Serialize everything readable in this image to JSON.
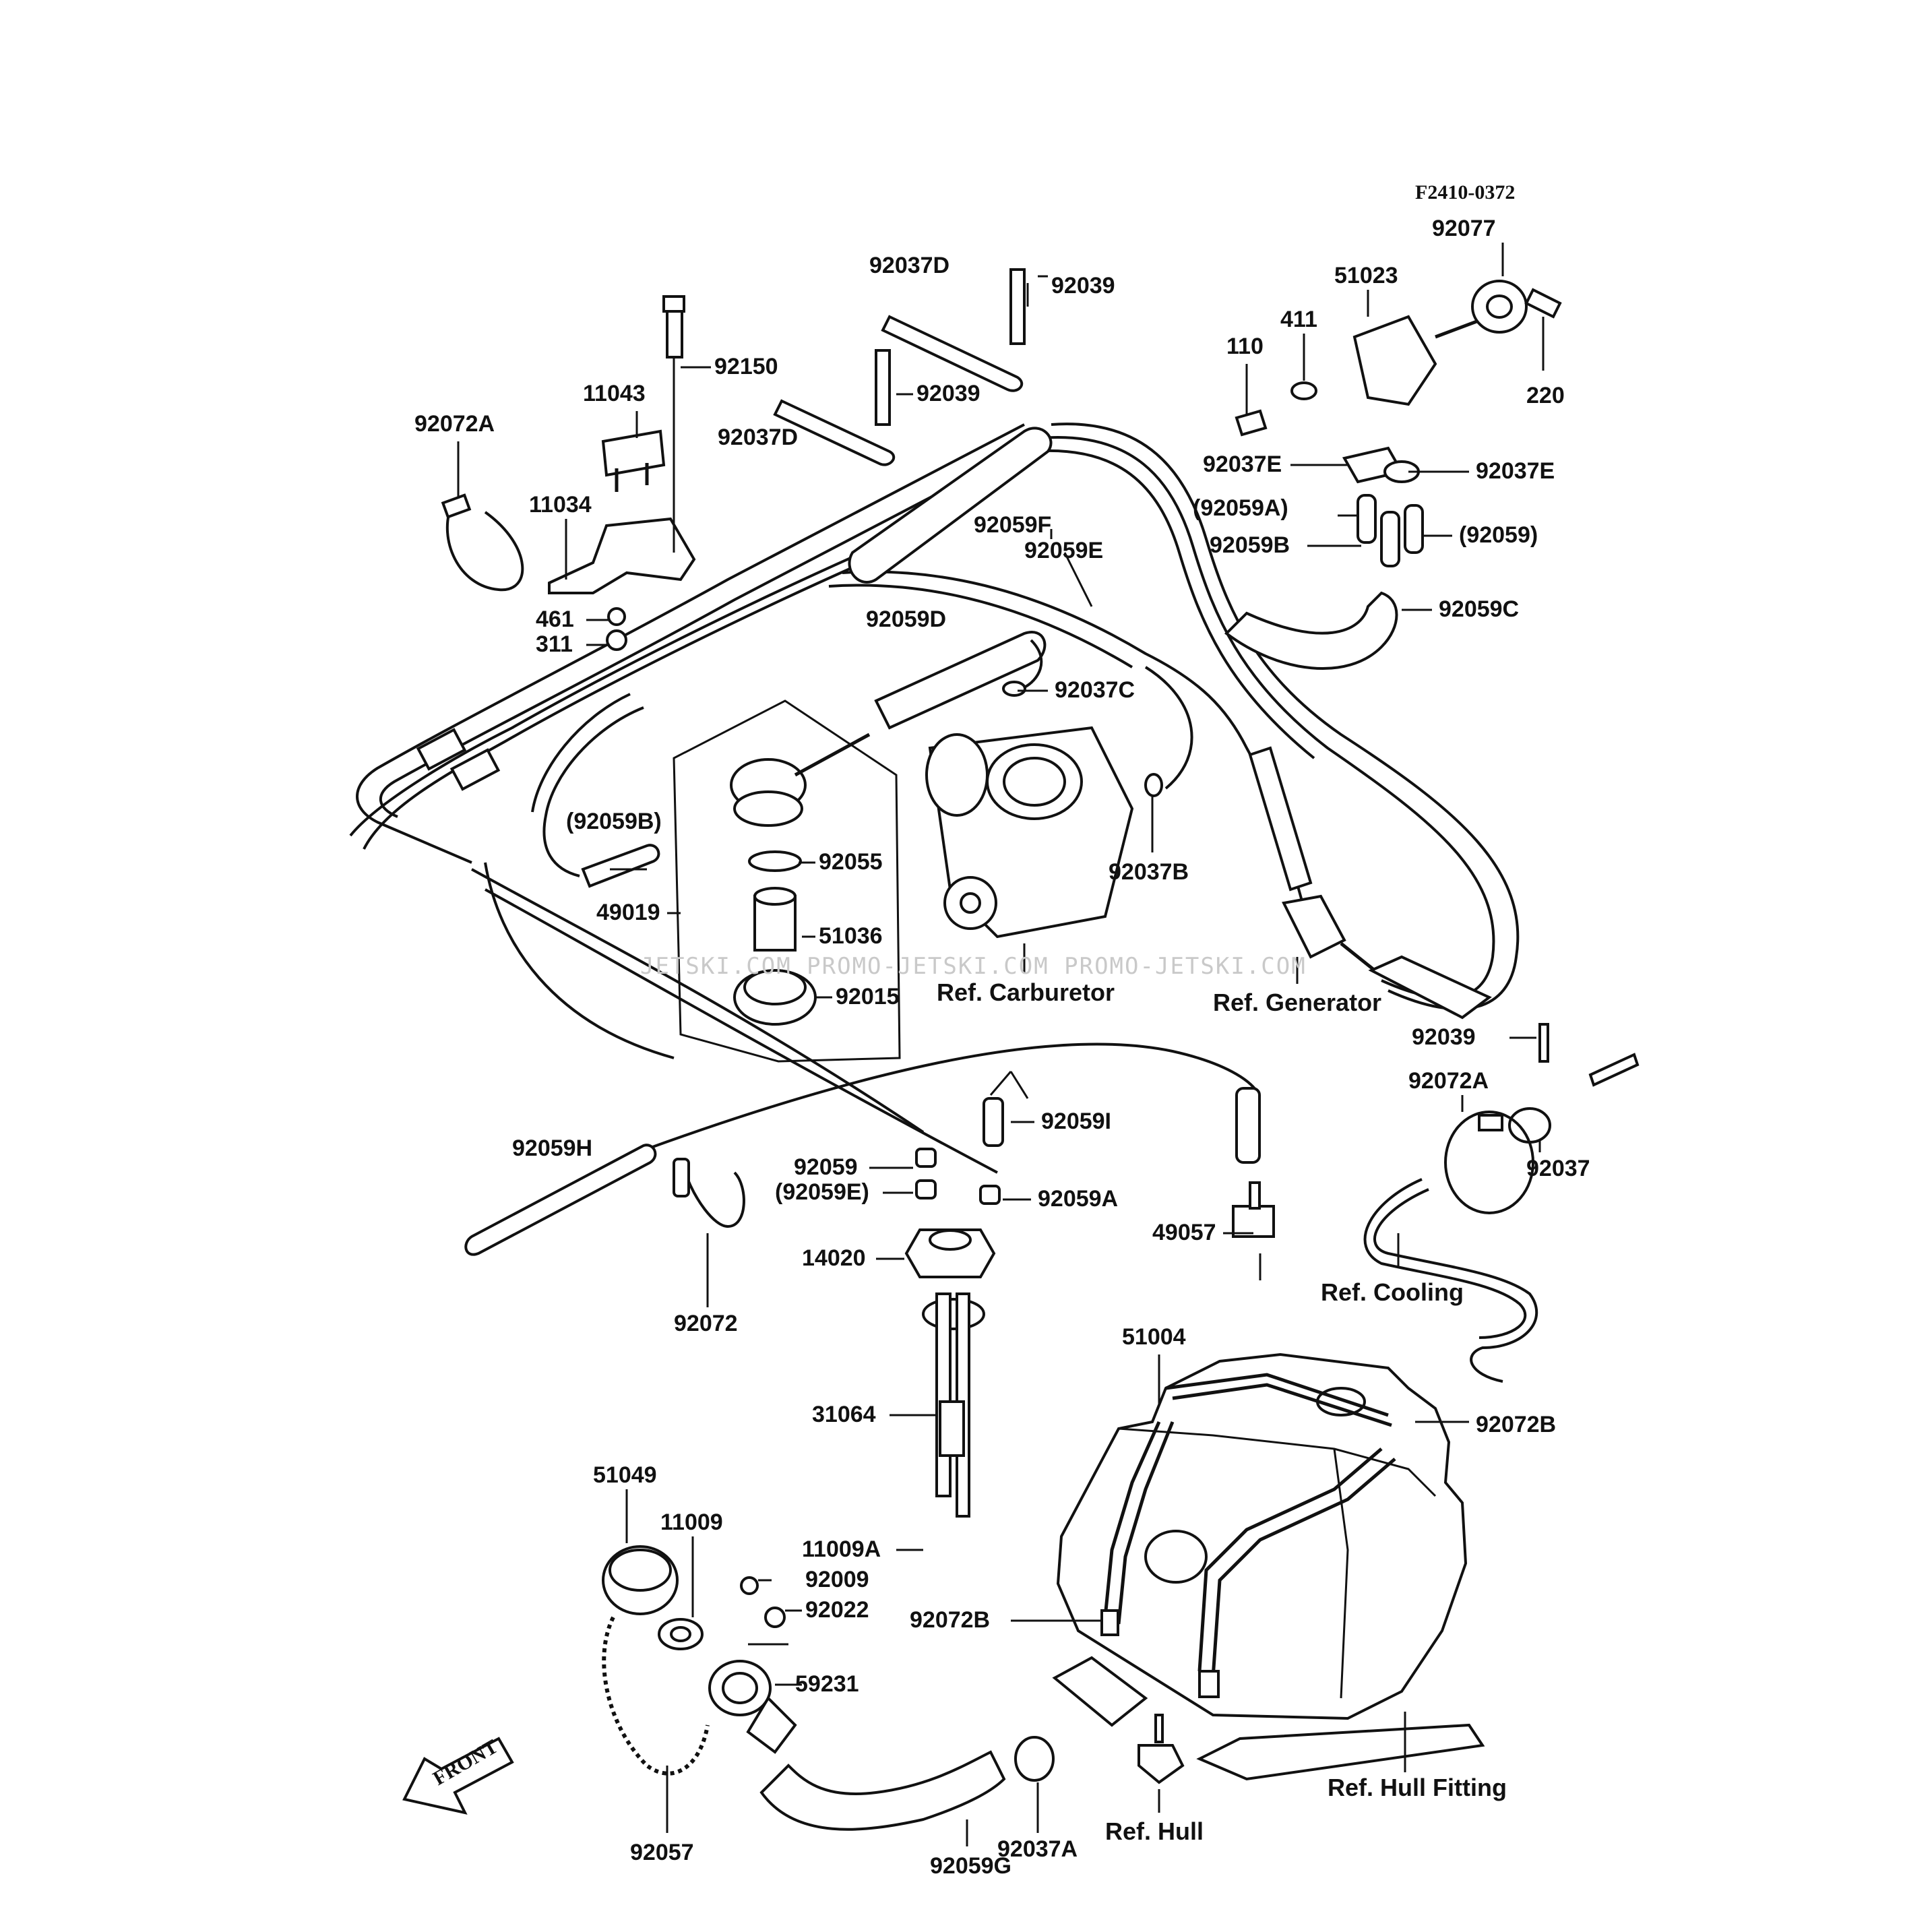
{
  "diagram": {
    "code": "F2410-0372",
    "watermark": "JETSKI.COM  PROMO-JETSKI.COM  PROMO-JETSKI.COM",
    "front_label": "FRONT",
    "part_labels": {
      "p92037D_top": "92037D",
      "p92039_top": "92039",
      "p92150": "92150",
      "p11043": "11043",
      "p92039_mid": "92039",
      "p92037D_mid": "92037D",
      "p92072A_left": "92072A",
      "p11034": "11034",
      "p461": "461",
      "p311": "311",
      "p92059F": "92059F",
      "p92059E": "92059E",
      "p92059D": "92059D",
      "p92037C": "92037C",
      "p92059B_paren": "(92059B)",
      "p92055": "92055",
      "p49019": "49019",
      "p51036": "51036",
      "p92015": "92015",
      "p92037B": "92037B",
      "p92077": "92077",
      "p51023": "51023",
      "p411": "411",
      "p110": "110",
      "p220": "220",
      "p92037E_left": "92037E",
      "p92037E_right": "92037E",
      "p92059A_paren": "(92059A)",
      "p92059_paren": "(92059)",
      "p92059B": "92059B",
      "p92059C": "92059C",
      "p92039_right": "92039",
      "p92072A_right": "92072A",
      "p92037": "92037",
      "p92059I": "92059I",
      "p92059H": "92059H",
      "p92059": "92059",
      "p92059E_paren": "(92059E)",
      "p92059A": "92059A",
      "p49057": "49057",
      "p14020": "14020",
      "p92072": "92072",
      "p31064": "31064",
      "p51004": "51004",
      "p92072B_right": "92072B",
      "p51049": "51049",
      "p11009": "11009",
      "p11009A": "11009A",
      "p92009": "92009",
      "p92022": "92022",
      "p92072B_left": "92072B",
      "p59231": "59231",
      "p92057": "92057",
      "p92059G": "92059G",
      "p92037A": "92037A"
    },
    "ref_labels": {
      "carburetor": "Ref. Carburetor",
      "generator": "Ref. Generator",
      "cooling": "Ref. Cooling",
      "hull_fitting": "Ref. Hull Fitting",
      "hull": "Ref. Hull"
    }
  }
}
